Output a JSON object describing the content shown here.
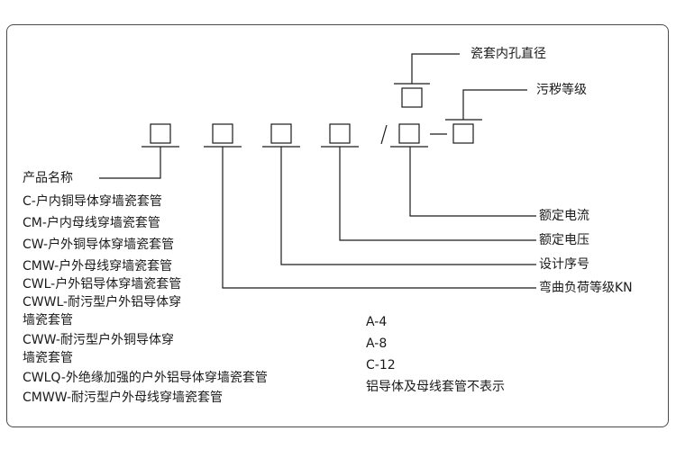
{
  "top_labels": {
    "bore_diameter": "瓷套内孔直径",
    "pollution_grade": "污秽等级"
  },
  "right_labels": {
    "rated_current": "额定电流",
    "rated_voltage": "额定电压",
    "design_serial": "设计序号",
    "bending_load": "弯曲负荷等级KN"
  },
  "separators": {
    "slash": "/",
    "dash": "—"
  },
  "product_names": {
    "title": "产品名称",
    "items": [
      "C-户内铜导体穿墙瓷套管",
      "CM-户内母线穿墙瓷套管",
      "CW-户外铜导体穿墙瓷套管",
      "CMW-户外母线穿墙瓷套管",
      "CWL-户外铝导体穿墙瓷套管",
      "CWWL-耐污型户外铝导体穿",
      "墙瓷套管",
      "CWW-耐污型户外铜导体穿",
      "墙瓷套管",
      "CWLQ-外绝缘加强的户外铝导体穿墙瓷套管",
      "CMWW-耐污型户外母线穿墙瓷套管"
    ]
  },
  "load_grades": {
    "items": [
      "A-4",
      "A-8",
      "C-12"
    ],
    "note": "铝导体及母线套管不表示"
  },
  "colors": {
    "line": "#1a1a1a",
    "frame": "#4a4a4a"
  }
}
